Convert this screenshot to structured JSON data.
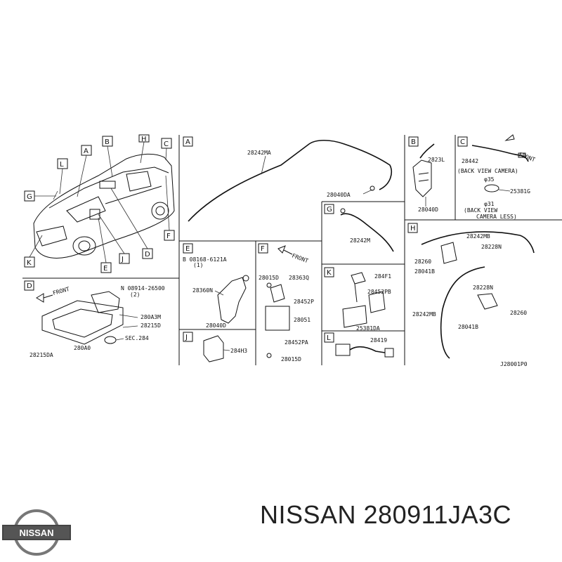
{
  "brand": "NISSAN",
  "footer_title": "NISSAN 280911JA3C",
  "diagram_code": "J28001P0",
  "overview": {
    "callouts": [
      "A",
      "B",
      "H",
      "C",
      "L",
      "G",
      "F",
      "K",
      "E",
      "J",
      "D"
    ]
  },
  "sections": {
    "A": {
      "letter": "A",
      "parts": [
        "28242MA",
        "28040DA"
      ]
    },
    "B": {
      "letter": "B",
      "parts": [
        "2823L",
        "28040D"
      ]
    },
    "C": {
      "letter": "C",
      "parts": [
        "28442",
        "(BACK VIEW CAMERA)",
        "φ35",
        "25381G",
        "φ31",
        "(BACK VIEW",
        "CAMERA LESS)"
      ],
      "front": "FRONT"
    },
    "D": {
      "letter": "D",
      "front": "FRONT",
      "parts": [
        "N 08914-26500",
        "(2)",
        "280A3M",
        "28215D",
        "SEC.284",
        "28215DA",
        "280A0"
      ]
    },
    "E": {
      "letter": "E",
      "parts": [
        "B 08168-6121A",
        "(1)",
        "28360N",
        "28040D"
      ]
    },
    "F": {
      "letter": "F",
      "front": "FRONT",
      "parts": [
        "28015D",
        "28363Q",
        "28452P",
        "28051",
        "28452PA",
        "28015D"
      ]
    },
    "G": {
      "letter": "G",
      "parts": [
        "28242M"
      ]
    },
    "H": {
      "letter": "H",
      "parts": [
        "28242MB",
        "28228N",
        "28260",
        "28041B",
        "28228N",
        "28242MB",
        "28260",
        "28041B"
      ]
    },
    "J": {
      "letter": "J",
      "parts": [
        "284H3"
      ]
    },
    "K": {
      "letter": "K",
      "parts": [
        "284F1",
        "28452PB",
        "25381DA"
      ]
    },
    "L": {
      "letter": "L",
      "parts": [
        "28419"
      ]
    }
  }
}
